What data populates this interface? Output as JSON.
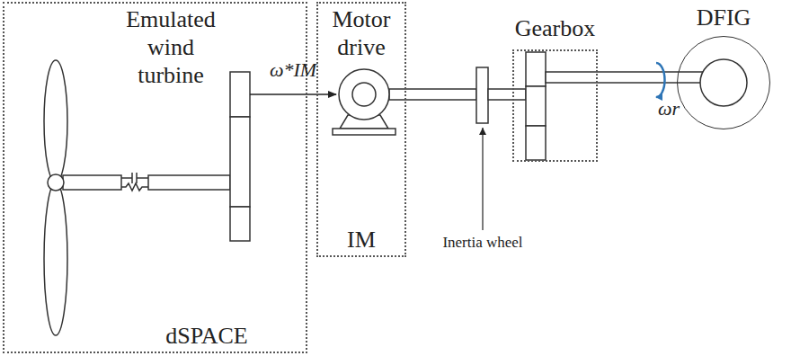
{
  "diagram": {
    "nodes": [
      {
        "text": [
          "Emulated wind turbine",
          "dSPACE"
        ]
      },
      {
        "text": [
          "Motor drive",
          "IM"
        ]
      },
      {
        "text": [
          "Gearbox"
        ]
      },
      {
        "text": [
          "DFIG"
        ]
      }
    ],
    "edges": [
      {
        "from": 0,
        "to": 1,
        "arrow": "to",
        "label": "ω*IM"
      }
    ],
    "labels": [
      "Inertia wheel",
      "ωr"
    ]
  }
}
